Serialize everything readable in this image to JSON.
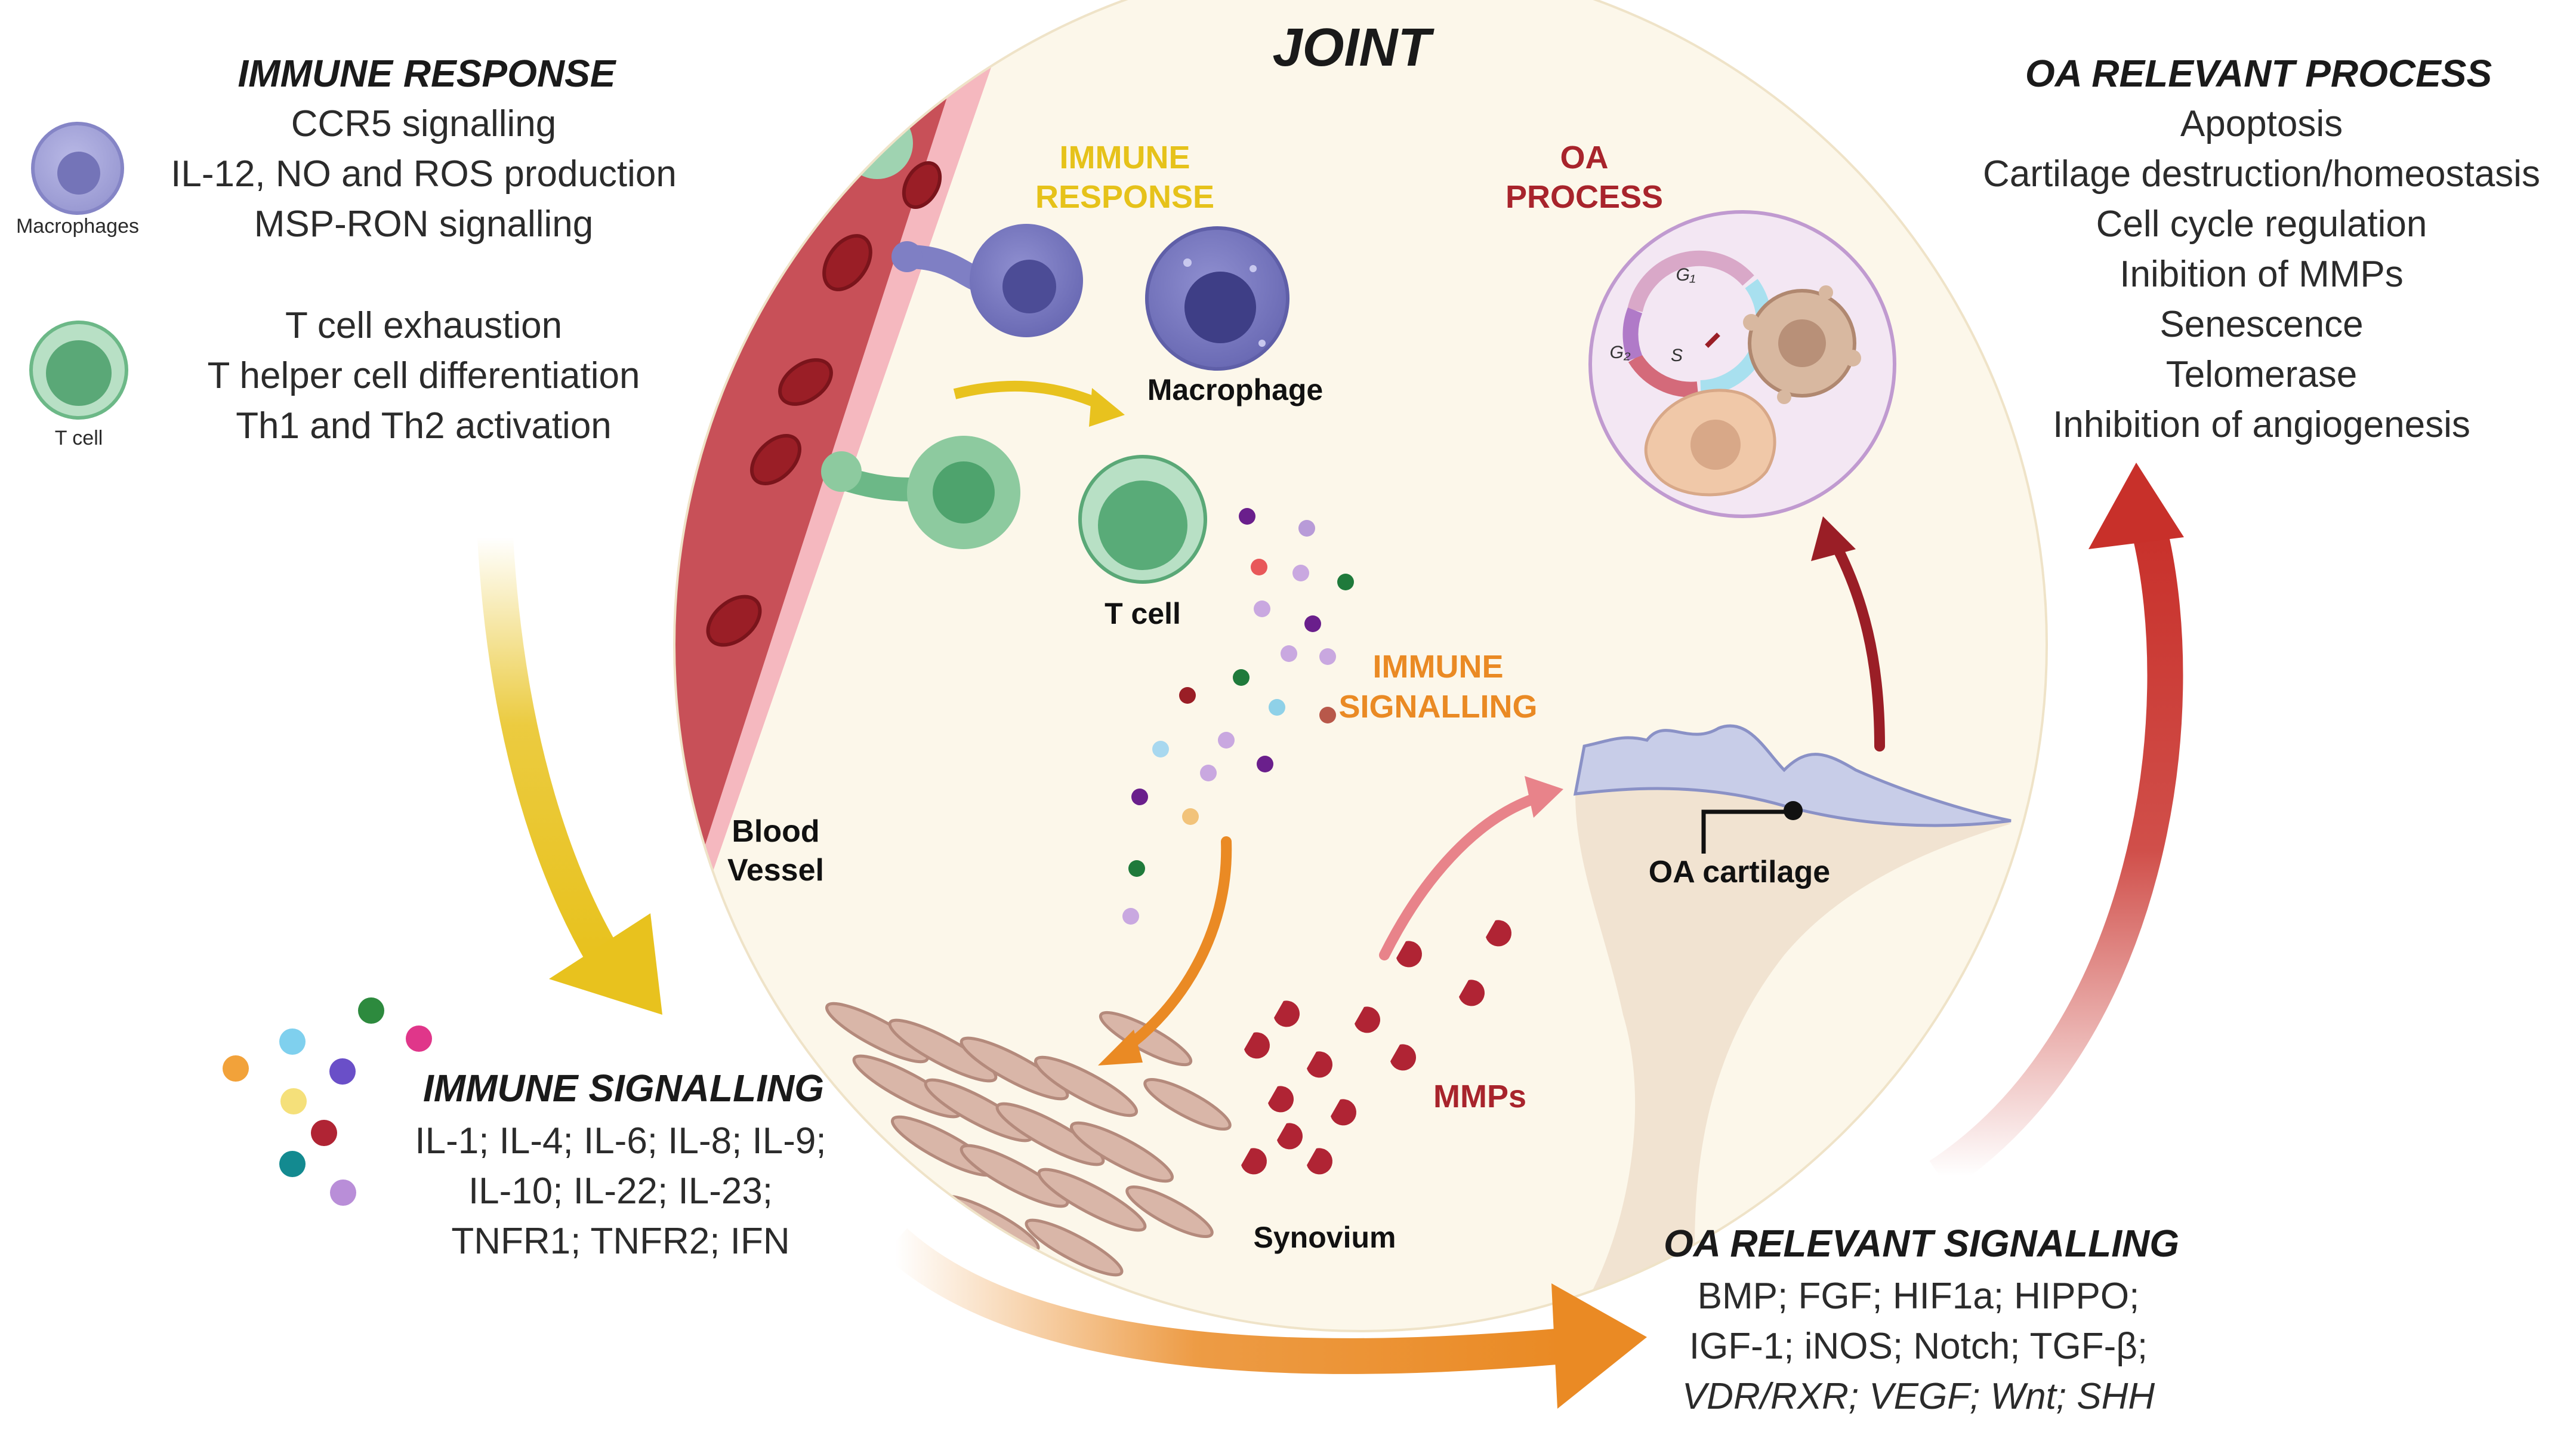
{
  "joint": {
    "title": "JOINT"
  },
  "immune_response": {
    "heading": "IMMUNE RESPONSE",
    "macrophage_items": [
      "CCR5 signalling",
      "IL-12, NO and ROS production",
      "MSP-RON signalling"
    ],
    "tcell_items": [
      "T cell exhaustion",
      "T helper cell differentiation",
      "Th1 and Th2 activation"
    ],
    "macrophages_label": "Macrophages",
    "tcell_label": "T cell"
  },
  "oa_process_panel": {
    "heading": "OA RELEVANT PROCESS",
    "items": [
      "Apoptosis",
      "Cartilage destruction/homeostasis",
      "Cell cycle regulation",
      "Inibition of MMPs",
      "Senescence",
      "Telomerase",
      "Inhibition of angiogenesis"
    ]
  },
  "immune_signalling_panel": {
    "heading": "IMMUNE SIGNALLING",
    "lines": [
      "IL-1; IL-4; IL-6; IL-8; IL-9;",
      "IL-10; IL-22; IL-23;",
      "TNFR1; TNFR2; IFN"
    ]
  },
  "oa_signalling_panel": {
    "heading": "OA RELEVANT SIGNALLING",
    "lines": [
      "BMP; FGF; HIF1a; HIPPO;",
      "IGF-1; iNOS; Notch; TGF-β;",
      "VDR/RXR; VEGF; Wnt; SHH"
    ]
  },
  "inner": {
    "immune_response": [
      "IMMUNE",
      "RESPONSE"
    ],
    "oa_process": [
      "OA",
      "PROCESS"
    ],
    "immune_signalling": [
      "IMMUNE",
      "SIGNALLING"
    ],
    "macrophage": "Macrophage",
    "tcell": "T cell",
    "blood_vessel": [
      "Blood",
      "Vessel"
    ],
    "oa_cartilage": "OA cartilage",
    "mmps": "MMPs",
    "synovium": "Synovium",
    "cell_cycle": [
      "G₁",
      "G₂",
      "S"
    ]
  },
  "colors": {
    "joint_bg": "#fcf7ea",
    "vessel": "#c85058",
    "macrophage": "#7f7fc4",
    "tcell": "#6cb887",
    "yellow_arrow": "#e8c21e",
    "orange_arrow": "#ea8a24",
    "red_arrow": "#c8302a",
    "mmp": "#b02434"
  }
}
